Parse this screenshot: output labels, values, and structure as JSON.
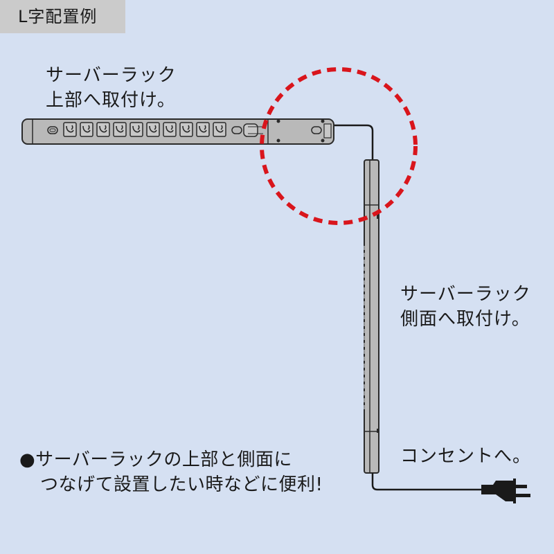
{
  "tag": {
    "label": "L字配置例"
  },
  "labels": {
    "top_mount": {
      "line1": "サーバーラック",
      "line2": "上部へ取付け。"
    },
    "side_mount": {
      "line1": "サーバーラック",
      "line2": "側面へ取付け。"
    },
    "outlet": {
      "text": "コンセントへ。"
    }
  },
  "note": {
    "line1": "●サーバーラックの上部と側面に",
    "line2": "つなげて設置したい時などに便利!"
  },
  "diagram": {
    "horizontal_strip": {
      "outlets": 10
    },
    "colors": {
      "background": "#d5e0f2",
      "strip_fill": "#b9b9b9",
      "outline": "#2a2a2a",
      "highlight_circle": "#d9151c"
    }
  }
}
